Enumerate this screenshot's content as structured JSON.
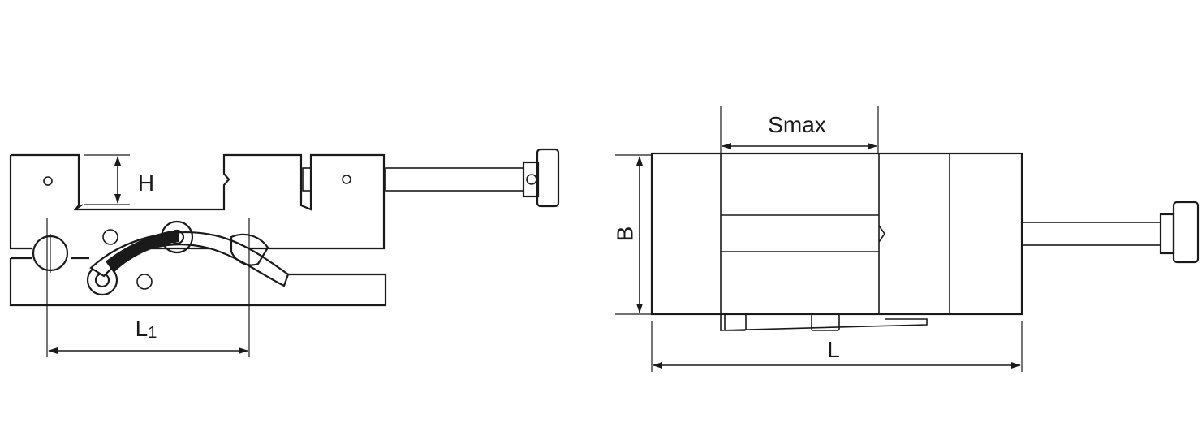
{
  "diagram": {
    "line_color": "#1a1a1a",
    "background": "#ffffff",
    "side_view": {
      "dim_height_label": "H",
      "dim_length_label_main": "L",
      "dim_length_label_sub": "1"
    },
    "top_view": {
      "dim_stroke_label": "Smax",
      "dim_width_label": "B",
      "dim_length_label": "L"
    }
  }
}
